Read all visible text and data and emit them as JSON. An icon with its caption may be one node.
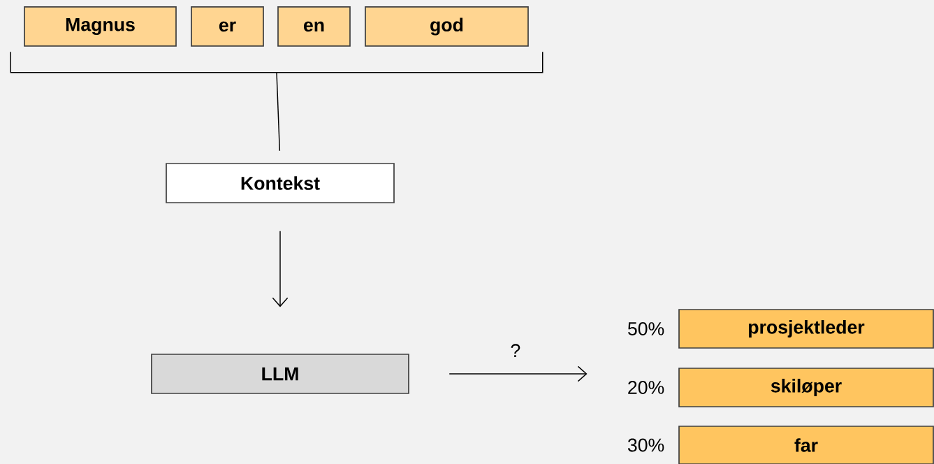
{
  "diagram": {
    "nodes": [
      {
        "text": [
          "Magnus"
        ]
      },
      {
        "text": [
          "er"
        ]
      },
      {
        "text": [
          "en"
        ]
      },
      {
        "text": [
          "god"
        ]
      },
      {
        "text": [],
        "shape": "bracket"
      },
      {
        "text": [
          "Kontekst"
        ]
      },
      {
        "text": [
          "LLM"
        ]
      },
      {
        "text": [
          "prosjektleder"
        ],
        "beside": [
          "50%"
        ]
      },
      {
        "text": [
          "skiløper"
        ],
        "beside": [
          "20%"
        ]
      },
      {
        "text": [
          "far"
        ],
        "beside": [
          "30%"
        ]
      }
    ],
    "edges": [
      {
        "from": 4,
        "to": 5,
        "arrow": "none"
      },
      {
        "from": 5,
        "to": 6,
        "arrow": "to"
      },
      {
        "from": 6,
        "to": null,
        "label": "?",
        "arrow": "to"
      }
    ]
  }
}
